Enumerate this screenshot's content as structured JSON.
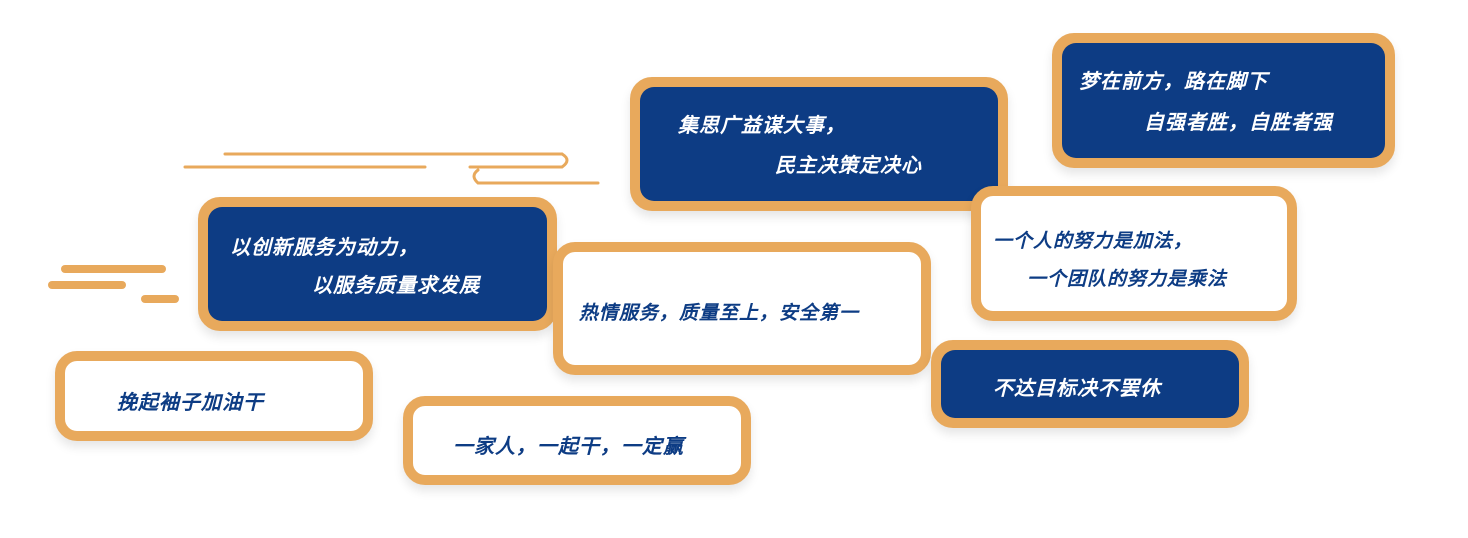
{
  "colors": {
    "orange": "#e8a95c",
    "navy": "#0d3c84",
    "white": "#ffffff"
  },
  "slogans": {
    "jisi": {
      "line1": "集思广益谋大事，",
      "line2": "民主决策定决心"
    },
    "mengxiang": {
      "line1": "梦在前方，路在脚下",
      "line2": "自强者胜，自胜者强"
    },
    "chuangxin": {
      "line1": "以创新服务为动力，",
      "line2": "以服务质量求发展"
    },
    "reqing": {
      "line1": "热情服务，质量至上，安全第一"
    },
    "nuli": {
      "line1": "一个人的努力是加法，",
      "line2": "一个团队的努力是乘法"
    },
    "buda": {
      "line1": "不达目标决不罢休"
    },
    "wanqi": {
      "line1": "挽起袖子加油干"
    },
    "yijiaren": {
      "line1": "一家人，一起干，一定赢"
    }
  }
}
